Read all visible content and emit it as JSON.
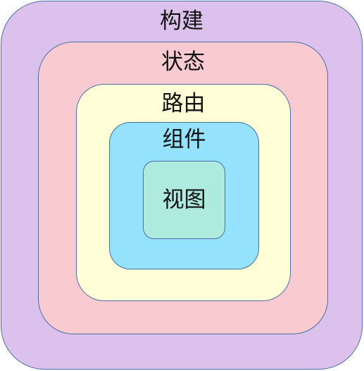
{
  "layers": {
    "build": {
      "label": "构建",
      "color": "#dbc1eb"
    },
    "state": {
      "label": "状态",
      "color": "#f9cad0"
    },
    "route": {
      "label": "路由",
      "color": "#fefed7"
    },
    "component": {
      "label": "组件",
      "color": "#94e2fd"
    },
    "view": {
      "label": "视图",
      "color": "#afeadf"
    }
  },
  "border_color": "#4a6fa8"
}
